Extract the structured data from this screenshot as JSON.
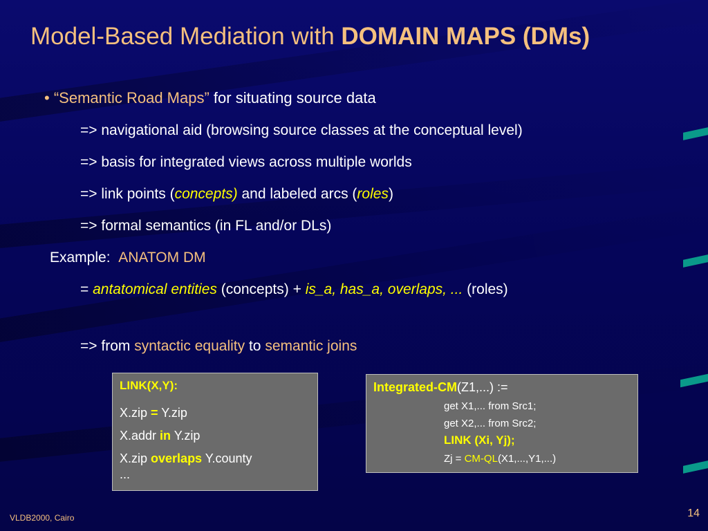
{
  "title": {
    "normal": "Model-Based Mediation with ",
    "bold": "DOMAIN MAPS (DMs)"
  },
  "bullet": {
    "mark": "•",
    "quoted": "“Semantic Road Maps”",
    "rest": " for situating source data"
  },
  "subpoints": {
    "nav": "=> navigational aid (browsing source classes at the conceptual level)",
    "basis": "=> basis for integrated views across multiple worlds",
    "link_a": "=> link points (",
    "link_concepts": "concepts)",
    "link_b": " and labeled arcs (",
    "link_roles": "roles",
    "link_c": ")",
    "formal": "=> formal semantics (in FL and/or DLs)"
  },
  "example": {
    "label": "Example:",
    "name": "ANATOM DM"
  },
  "equation": {
    "eq": "= ",
    "entities": "antatomical entities",
    "concepts": " (concepts) + ",
    "roles_list": "is_a, has_a, overlaps, ...",
    "roles": " (roles)"
  },
  "from_line": {
    "a": "=> from ",
    "syntactic": "syntactic equality",
    "to": " to ",
    "semantic": "semantic joins"
  },
  "link_box": {
    "title": "LINK(X,Y):",
    "r1_a": "X.zip ",
    "r1_op": "=",
    "r1_b": " Y.zip",
    "r2_a": "X.addr ",
    "r2_op": "in",
    "r2_b": " Y.zip",
    "r3_a": "X.zip ",
    "r3_op": "overlaps",
    "r3_b": " Y.county",
    "ellipsis": "..."
  },
  "cm_box": {
    "title": "Integrated-CM",
    "params": "(Z1,...)  :=",
    "l1": "get X1,... from Src1;",
    "l2": "get X2,... from Src2;",
    "l3": "LINK (Xi, Yj);",
    "l4_a": "Zj = ",
    "l4_cm": "CM-QL",
    "l4_b": "(X1,...,Y1,...)"
  },
  "footer": "VLDB2000, Cairo",
  "page_number": "14",
  "colors": {
    "background": "#05055a",
    "accent_orange": "#f5c07e",
    "accent_yellow": "#ffff00",
    "box_gray": "#6b6b6b",
    "marker_teal": "#0a9a8a"
  }
}
